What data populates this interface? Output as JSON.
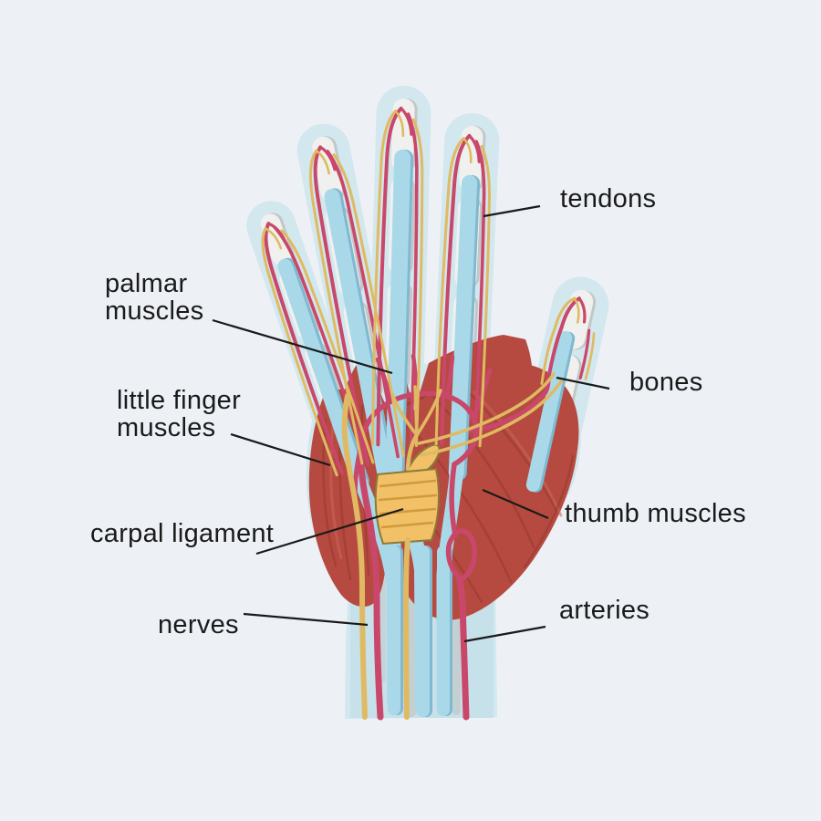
{
  "figure": {
    "kind": "anatomical-diagram"
  },
  "labels": [
    {
      "name": "tendons",
      "lines": [
        "tendons"
      ]
    },
    {
      "name": "palmar-muscles",
      "lines": [
        "palmar",
        "muscles"
      ]
    },
    {
      "name": "little-finger-muscles",
      "lines": [
        "little finger",
        "muscles"
      ]
    },
    {
      "name": "carpal-ligament",
      "lines": [
        "carpal ligament"
      ]
    },
    {
      "name": "nerves",
      "lines": [
        "nerves"
      ]
    },
    {
      "name": "bones",
      "lines": [
        "bones"
      ]
    },
    {
      "name": "thumb-muscles",
      "lines": [
        "thumb muscles"
      ]
    },
    {
      "name": "arteries",
      "lines": [
        "arteries"
      ]
    }
  ],
  "colors": {
    "background": "#edf1f6",
    "silhouette": "#d2e7ee",
    "silhouette_deep": "#c6e1e9",
    "bone": "#f0f1ef",
    "bone_shadow": "#c3c7c6",
    "tendon": "#a9d9e9",
    "tendon_dark": "#7fb8d0",
    "muscle": "#b64a40",
    "muscle_dark": "#8e352d",
    "muscle_light": "#cb675a",
    "ligament": "#f2c066",
    "ligament_stripe": "#d09a3e",
    "ligament_outline": "#8a7a3a",
    "artery": "#c9476b",
    "nerve": "#dfba62",
    "label_text": "#1a1a1a",
    "leader_line": "#1a1a1a"
  }
}
